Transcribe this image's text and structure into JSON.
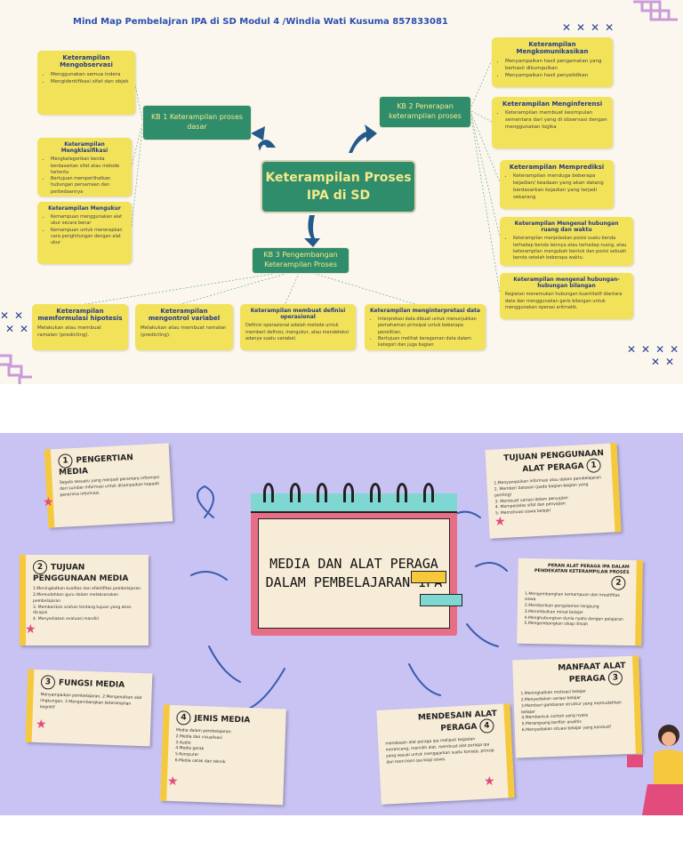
{
  "top": {
    "title": "Mind Map Pembelajran IPA di SD Modul 4 /Windia Wati Kusuma 857833081",
    "center": "Keterampilan Proses IPA di SD",
    "kb1": "KB 1 Keterampilan proses dasar",
    "kb2": "KB 2 Penerapan keterampilan proses",
    "kb3": "KB 3 Pengembangan Keterampilan Proses",
    "left_boxes": [
      {
        "title": "Keterampilan Mengobservasi",
        "items": [
          "Menggunakan semua indera",
          "Mengidentifikasi sifat dan objek"
        ]
      },
      {
        "title": "Keterampilan Mengklasifikasi",
        "items": [
          "Mengkategorikan benda berdasarkan sifat atau metode tertentu",
          "Bertujuan memperlihatkan hubungan persamaan dan perbedaannya"
        ]
      },
      {
        "title": "Keterampilan Mengukur",
        "items": [
          "Kemampuan menggunakan alat ukur secara benar",
          "Kemampuan untuk menerapkan cara penghitungan dengan alat ukur"
        ]
      }
    ],
    "right_boxes": [
      {
        "title": "Keterampilan Mengkomunikasikan",
        "items": [
          "Menyampaikan hasil pengamatan yang berhasil dikumpulkan",
          "Menyampaikan hasil penyelidikan"
        ]
      },
      {
        "title": "Keterampilan Menginferensi",
        "items": [
          "Keterampilan membuat kesimpulan sementara dari yang di observasi dengan menggunakan logika"
        ]
      },
      {
        "title": "Keterampilan Memprediksi",
        "items": [
          "Keterampilan menduga beberapa kejadian/ keadaan yang akan datang berdasarkan kejadian yang terjadi sekarang"
        ]
      },
      {
        "title": "Keterampilan Mengenal hubungan ruang dan waktu",
        "items": [
          "Keterampilan menjelaskan posisi suatu benda terhadap benda lainnya atau terhadap ruang, atau keterampilan mengubah bentuk dan posisi sebuah benda setelah beberapa waktu."
        ]
      },
      {
        "title": "Keterampilan mengenal hubungan-hubungan bilangan",
        "text": "Kegiatan menemukan hubungan kuantitatif diantara data dan menggunakan garis bilangan untuk menggunakan operasi aritmatik."
      }
    ],
    "bottom_boxes": [
      {
        "title": "Keterampilan memformulasi hipotesis",
        "text": "Melakukan atau membuat ramalan (predicting)."
      },
      {
        "title": "Keterampilan mengontrol variabel",
        "text": "Melakukan atau membuat ramalan (predicting)."
      },
      {
        "title": "Keterampilan membuat definisi operasional",
        "text": "Definisi operasional adalah metode untuk memberi definisi, mengukur, atau mendeteksi adanya suatu variabel."
      },
      {
        "title": "Keterampilan menginterpretasi data",
        "items": [
          "Interpretasi data dibuat untuk menunjukkan pemahaman prinsipal untuk beberapa penelitian.",
          "Bertujuan melihat keragaman data dalam kategori dan juga bagian"
        ]
      }
    ]
  },
  "bottom": {
    "center": "MEDIA DAN ALAT PERAGA DALAM PEMBELAJARAN IPA",
    "cards": [
      {
        "num": "1",
        "title": "PENGERTIAN MEDIA",
        "text": "Segala sesuatu yang menjadi perantara informasi dari sumber informasi untuk disampaikan kepada penerima informasi."
      },
      {
        "num": "2",
        "title": "TUJUAN PENGGUNAAN MEDIA",
        "text": "1.Meningkatkan kualitas dan efektifitas pembelajaran\n2.Memudahkan guru dalam melaksanakan pembelajaran\n3. Memberikan arahan tentang tujuan yang akan dicapai\n4. Menyediakan evaluasi mandiri"
      },
      {
        "num": "3",
        "title": "FUNGSI MEDIA",
        "text": "Menyampaikan pembelajaran, 2.Mengenalkan alat lingkungan, 3.Mengembangkan keterampilan kognitif"
      },
      {
        "num": "4",
        "title": "JENIS MEDIA",
        "text": "Media dalam pembelajaran:\n2.Media dan visualisasi\n3.Audio\n4.Media gerak\n5.Komputer\n6.Media cetak dan teknik"
      },
      {
        "num": "1",
        "title": "TUJUAN PENGGUNAAN ALAT PERAGA",
        "text": "1.Menyampaikan informasi atau dalam pembelajaran\n2. Memberi batasan (pada bagian-bagian yang penting)\n3. Membuat variasi dalam penyajian\n4. Memperjelas sifat dan penyajian\n5. Memotivasi siswa belajar"
      },
      {
        "num": "2",
        "title": "PERAN ALAT PERAGA IPA DALAM PENDEKATAN KETERAMPILAN PROSES",
        "text": "1.Mengembangkan kemampuan dan kreatifitas siswa\n2.Memberikan pengalaman langsung\n3.Menimbulkan minat belajar\n4.Menghubungkan dunia nyata dengan pelajaran\n5.Mengembangkan sikap ilmiah"
      },
      {
        "num": "3",
        "title": "MANFAAT ALAT PERAGA",
        "text": "1.Meningkatkan motivasi belajar\n2.Menyediakan variasi belajar\n3.Memberi gambaran struktur yang memudahkan belajar\n4.Membentuk contoh yang nyata\n5.Merangsang berfikir analitis\n6.Menyediakan situasi belajar yang kondusif"
      },
      {
        "num": "4",
        "title": "MENDESAIN ALAT PERAGA",
        "text": "mendesain alat peraga ipa meliputi kegiatan merancang, memilih alat, membuat alat peraga ipa yang sesuai untuk mengajarkan suatu konsep, prinsip dan teori-teori ipa bagi siswa."
      }
    ]
  }
}
